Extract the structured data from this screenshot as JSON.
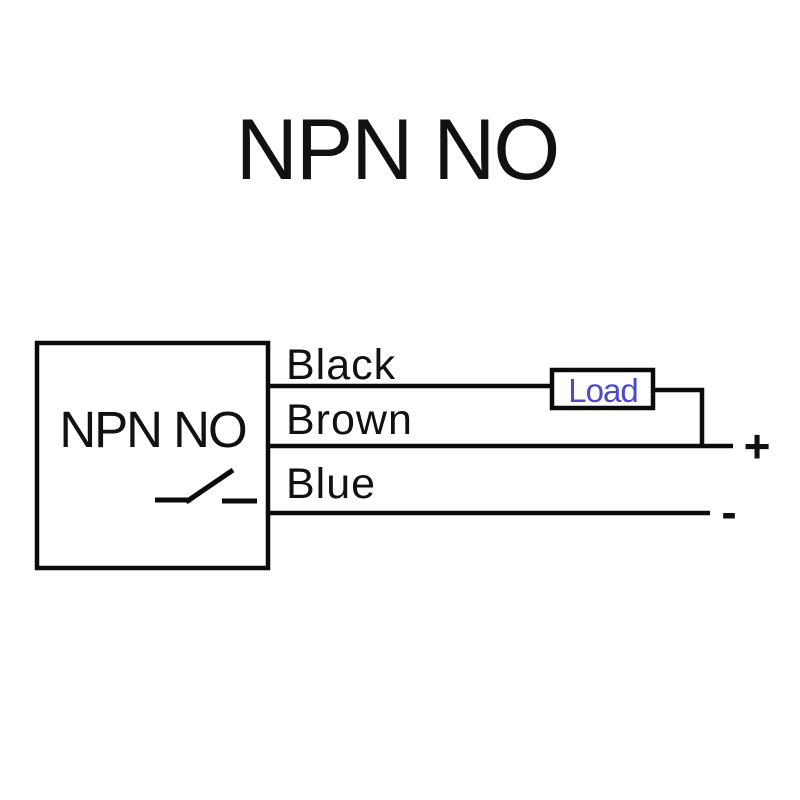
{
  "title": "NPN NO",
  "diagram": {
    "sensor": {
      "label": "NPN NO",
      "switch_icon": "normally-open-switch"
    },
    "wires": [
      {
        "id": "black",
        "label": "Black"
      },
      {
        "id": "brown",
        "label": "Brown"
      },
      {
        "id": "blue",
        "label": "Blue"
      }
    ],
    "load": {
      "label": "Load",
      "text_color": "#4a4acd"
    },
    "polarity": {
      "positive": "+",
      "negative": "-"
    },
    "colors": {
      "line": "#0b0b0b",
      "background": "#ffffff",
      "text": "#111111"
    }
  }
}
